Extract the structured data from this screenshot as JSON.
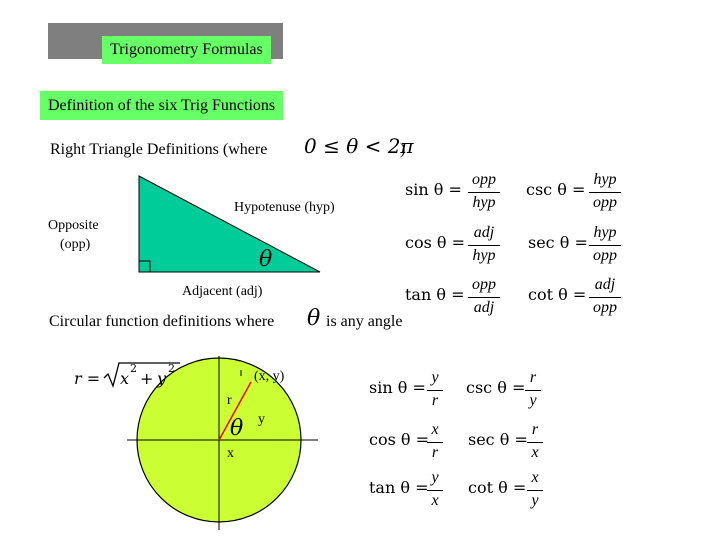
{
  "header": {
    "title": "Trigonometry Formulas",
    "subtitle": "Definition of the six Trig Functions"
  },
  "right_triangle": {
    "heading_prefix": "Right Triangle Definitions (where",
    "heading_range": "0 ≤ θ < 2π",
    "heading_suffix": ")",
    "labels": {
      "opposite": "Opposite",
      "opp_abbr": "(opp)",
      "hypotenuse": "Hypotenuse (hyp)",
      "adjacent": "Adjacent (adj)",
      "theta": "θ"
    },
    "colors": {
      "triangle_fill": "#00cc99"
    },
    "formulas": [
      {
        "fn": "sin θ =",
        "num": "opp",
        "den": "hyp"
      },
      {
        "fn": "csc θ =",
        "num": "hyp",
        "den": "opp"
      },
      {
        "fn": "cos θ =",
        "num": "adj",
        "den": "hyp"
      },
      {
        "fn": "sec θ =",
        "num": "hyp",
        "den": "opp"
      },
      {
        "fn": "tan θ =",
        "num": "opp",
        "den": "adj"
      },
      {
        "fn": "cot θ =",
        "num": "adj",
        "den": "opp"
      }
    ]
  },
  "circular": {
    "heading_prefix": "Circular function definitions where",
    "heading_theta": "θ",
    "heading_suffix": "is any angle",
    "radius_formula": {
      "lhs": "r =",
      "x": "x",
      "y": "y",
      "exp": "2",
      "plus": "+"
    },
    "labels": {
      "point": "(x, y)",
      "r": "r",
      "y": "y",
      "x": "x",
      "theta": "θ"
    },
    "colors": {
      "circle_fill": "#ccff33",
      "radius_line": "#ff0000"
    },
    "formulas": [
      {
        "fn": "sin θ =",
        "num": "y",
        "den": "r"
      },
      {
        "fn": "csc θ =",
        "num": "r",
        "den": "y"
      },
      {
        "fn": "cos θ =",
        "num": "x",
        "den": "r"
      },
      {
        "fn": "sec θ =",
        "num": "r",
        "den": "x"
      },
      {
        "fn": "tan θ =",
        "num": "y",
        "den": "x"
      },
      {
        "fn": "cot θ =",
        "num": "x",
        "den": "y"
      }
    ]
  }
}
